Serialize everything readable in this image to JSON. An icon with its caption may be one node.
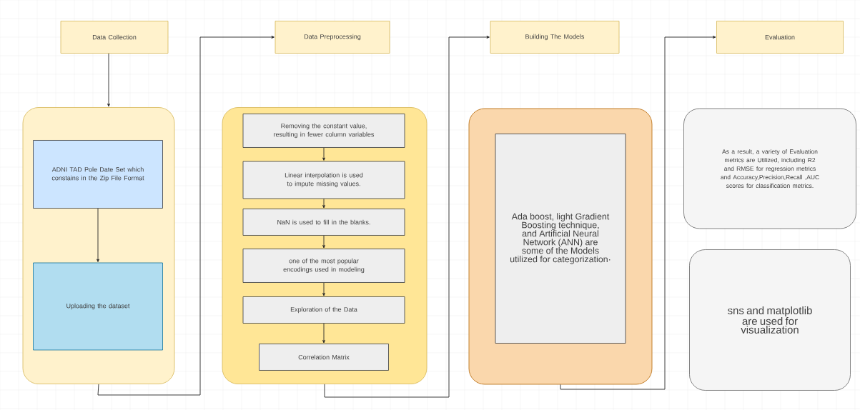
{
  "diagram": {
    "nodes": [
      {
        "text": [
          "Data Collection"
        ]
      },
      {
        "text": [
          "Data Preprocessing"
        ]
      },
      {
        "text": [
          "Building The Models"
        ]
      },
      {
        "text": [
          "Evaluation"
        ]
      },
      {
        "text": [],
        "shape": "box"
      },
      {
        "text": [
          "ADNI TAD Pole Date Set which constains in the Zip File Format"
        ],
        "in": 4
      },
      {
        "text": [
          "Uploading the dataset"
        ],
        "in": 4
      },
      {
        "text": [],
        "shape": "box"
      },
      {
        "text": [
          "Removing the constant value, resulting in fewer column variables"
        ],
        "in": 7
      },
      {
        "text": [
          "Linear interpolation is used to impute missing values."
        ],
        "in": 7
      },
      {
        "text": [
          "NaN is used to fill in the blanks."
        ],
        "in": 7
      },
      {
        "text": [
          "one of the most popular encodings used in modeling"
        ],
        "in": 7
      },
      {
        "text": [
          "Exploration of the Data"
        ],
        "in": 7
      },
      {
        "text": [
          "Correlation Matrix"
        ],
        "in": 7
      },
      {
        "text": [],
        "shape": "box"
      },
      {
        "text": [
          "Ada boost, light Gradient Boosting technique, and Artificial Neural Network (ANN) are some of the Models utilized for categorization·"
        ],
        "in": 14
      },
      {
        "text": [
          "As a result, a variety of Evaluation metrics are Utilized, including R2 and RMSE for regression metrics and Accuracy,Precision,Recall ,AUC scores for classification metrics."
        ]
      },
      {
        "text": [
          "sns and matplotlib are used for visualization"
        ]
      }
    ],
    "edges": [
      {
        "from": 0,
        "to": 4,
        "arrow": "to"
      },
      {
        "from": 5,
        "to": 6,
        "arrow": "to"
      },
      {
        "from": 4,
        "to": 1,
        "arrow": "to"
      },
      {
        "from": 8,
        "to": 9,
        "arrow": "to"
      },
      {
        "from": 9,
        "to": 10,
        "arrow": "to"
      },
      {
        "from": 10,
        "to": 11,
        "arrow": "to"
      },
      {
        "from": 11,
        "to": 12,
        "arrow": "to"
      },
      {
        "from": 12,
        "to": 13,
        "arrow": "to"
      },
      {
        "from": 7,
        "to": 2,
        "arrow": "to"
      },
      {
        "from": 14,
        "to": 3,
        "arrow": "to"
      }
    ]
  }
}
